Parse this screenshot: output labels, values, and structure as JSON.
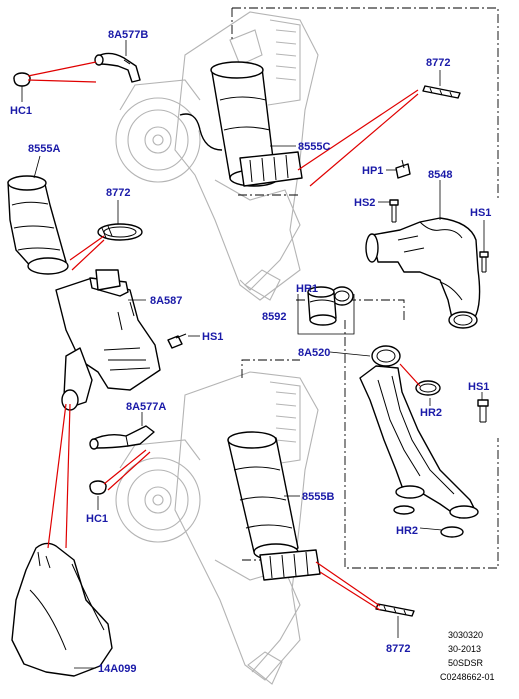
{
  "labels": {
    "l_8A577B": "8A577B",
    "l_HC1_top": "HC1",
    "l_8772_top": "8772",
    "l_8555C": "8555C",
    "l_HP1": "HP1",
    "l_8548": "8548",
    "l_HS2": "HS2",
    "l_HS1_right": "HS1",
    "l_8555A": "8555A",
    "l_8772_mid": "8772",
    "l_8A587": "8A587",
    "l_HR1": "HR1",
    "l_8592": "8592",
    "l_HS1_mid": "HS1",
    "l_8A520": "8A520",
    "l_HS1_low": "HS1",
    "l_HR2_a": "HR2",
    "l_8A577A": "8A577A",
    "l_8555B": "8555B",
    "l_HC1_low": "HC1",
    "l_HR2_b": "HR2",
    "l_8772_bot": "8772",
    "l_14A099": "14A099"
  },
  "reference": {
    "line1": "3030320",
    "line2": "30-2013",
    "line3": "50SDSR",
    "line4": "C0248662-01"
  },
  "colors": {
    "label_blue": "#1a1aa8",
    "leader_red": "#e00000",
    "engine_grey": "#b4b4b4"
  }
}
